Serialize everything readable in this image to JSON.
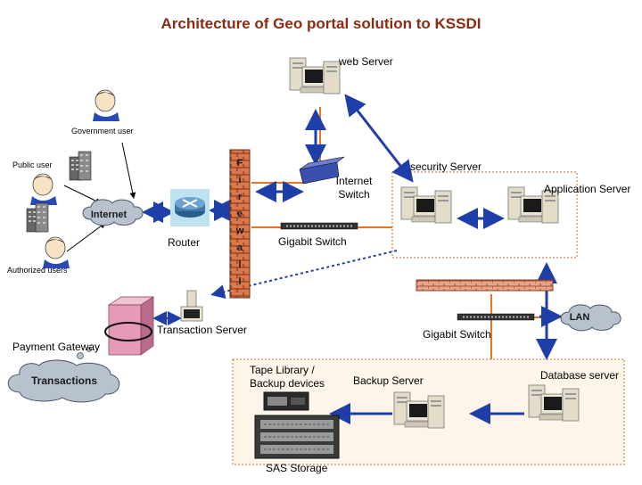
{
  "title": "Architecture of Geo portal solution to KSSDI",
  "nodes": {
    "web_server": "web Server",
    "government_user": "Government user",
    "public_user": "Public user",
    "authorized_users": "Authorized users",
    "internet": "Internet",
    "router": "Router",
    "firewall": "Firewall",
    "internet_switch": "Internet Switch",
    "gigabit_switch_top": "Gigabit Switch",
    "security_server": "security Server",
    "application_server": "Application Server",
    "transaction_server": "Transaction Server",
    "payment_gateway": "Payment Gateway",
    "transactions": "Transactions",
    "lan": "LAN",
    "gigabit_switch_bottom": "Gigabit Switch",
    "tape_library": "Tape Library / Backup devices",
    "backup_server": "Backup Server",
    "database_server": "Database server",
    "sas_storage": "SAS Storage"
  },
  "colors": {
    "title": "#8a2b12",
    "blue_link": "#1f3fa8",
    "orange_link": "#e8742a",
    "firewall": "#c9672c",
    "zone_border": "#c9672c",
    "cloud": "#9aa7b8"
  }
}
